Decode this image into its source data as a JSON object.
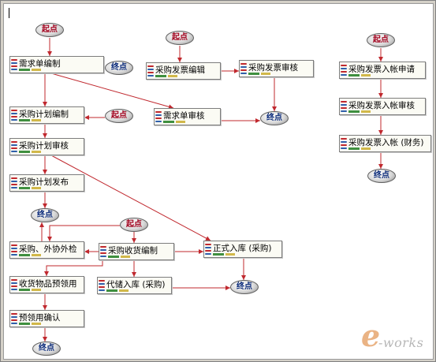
{
  "diagram": {
    "nodes": [
      {
        "id": "s1",
        "kind": "start",
        "label": "起点"
      },
      {
        "id": "n_xqbz",
        "kind": "task",
        "label": "需求单编制"
      },
      {
        "id": "e1",
        "kind": "end",
        "label": "终点"
      },
      {
        "id": "n_xqsh",
        "kind": "task",
        "label": "需求单审核"
      },
      {
        "id": "s2",
        "kind": "start",
        "label": "起点"
      },
      {
        "id": "n_jhbz",
        "kind": "task",
        "label": "采购计划编制"
      },
      {
        "id": "n_jhsh",
        "kind": "task",
        "label": "采购计划审核"
      },
      {
        "id": "n_jhfb",
        "kind": "task",
        "label": "采购计划发布"
      },
      {
        "id": "e2",
        "kind": "end",
        "label": "终点"
      },
      {
        "id": "s3",
        "kind": "start",
        "label": "起点"
      },
      {
        "id": "n_fpbj",
        "kind": "task",
        "label": "采购发票编辑"
      },
      {
        "id": "n_fpsh",
        "kind": "task",
        "label": "采购发票审核"
      },
      {
        "id": "e3",
        "kind": "end",
        "label": "终点"
      },
      {
        "id": "s4",
        "kind": "start",
        "label": "起点"
      },
      {
        "id": "n_rzsq",
        "kind": "task",
        "label": "采购发票入帐申请"
      },
      {
        "id": "n_rzsh",
        "kind": "task",
        "label": "采购发票入帐审核"
      },
      {
        "id": "n_rzcw",
        "kind": "task",
        "label": "采购发票入帐 (财务)"
      },
      {
        "id": "e4",
        "kind": "end",
        "label": "终点"
      },
      {
        "id": "s5",
        "kind": "start",
        "label": "起点"
      },
      {
        "id": "n_wxwj",
        "kind": "task",
        "label": "采购、外协外检"
      },
      {
        "id": "n_shbz",
        "kind": "task",
        "label": "采购收货编制"
      },
      {
        "id": "n_zsrk",
        "kind": "task",
        "label": "正式入库 (采购)"
      },
      {
        "id": "n_yly",
        "kind": "task",
        "label": "收货物品预领用"
      },
      {
        "id": "n_dcrk",
        "kind": "task",
        "label": "代储入库 (采购)"
      },
      {
        "id": "e5",
        "kind": "end",
        "label": "终点"
      },
      {
        "id": "n_ylyqr",
        "kind": "task",
        "label": "预领用确认"
      },
      {
        "id": "e6",
        "kind": "end",
        "label": "终点"
      }
    ],
    "edges": [
      [
        "s1",
        "n_xqbz"
      ],
      [
        "n_xqbz",
        "e1"
      ],
      [
        "n_xqbz",
        "n_jhbz"
      ],
      [
        "n_xqbz",
        "n_xqsh"
      ],
      [
        "n_xqsh",
        "e3"
      ],
      [
        "s2",
        "n_jhbz"
      ],
      [
        "n_jhbz",
        "n_jhsh"
      ],
      [
        "n_jhsh",
        "n_jhfb"
      ],
      [
        "n_jhsh",
        "n_zsrk"
      ],
      [
        "n_jhfb",
        "e2"
      ],
      [
        "s3",
        "n_fpbj"
      ],
      [
        "n_fpbj",
        "n_fpsh"
      ],
      [
        "n_fpsh",
        "e3"
      ],
      [
        "s4",
        "n_rzsq"
      ],
      [
        "n_rzsq",
        "n_rzsh"
      ],
      [
        "n_rzsh",
        "n_rzcw"
      ],
      [
        "n_rzcw",
        "e4"
      ],
      [
        "s5",
        "n_wxwj"
      ],
      [
        "s5",
        "n_shbz"
      ],
      [
        "n_wxwj",
        "e2"
      ],
      [
        "n_shbz",
        "n_wxwj"
      ],
      [
        "n_shbz",
        "n_zsrk"
      ],
      [
        "n_shbz",
        "n_yly"
      ],
      [
        "n_shbz",
        "n_dcrk"
      ],
      [
        "n_zsrk",
        "e5"
      ],
      [
        "n_dcrk",
        "e5"
      ],
      [
        "n_yly",
        "n_ylyqr"
      ],
      [
        "n_ylyqr",
        "e6"
      ]
    ]
  },
  "colors": {
    "edge": "#c0282e",
    "icon": [
      "#c0282e",
      "#2f5faa",
      "#c0282e",
      "#2f5faa"
    ],
    "bar": [
      "#3f8f3f",
      "#d1b84a"
    ]
  },
  "logo": {
    "mark": "e",
    "text": "-works"
  }
}
